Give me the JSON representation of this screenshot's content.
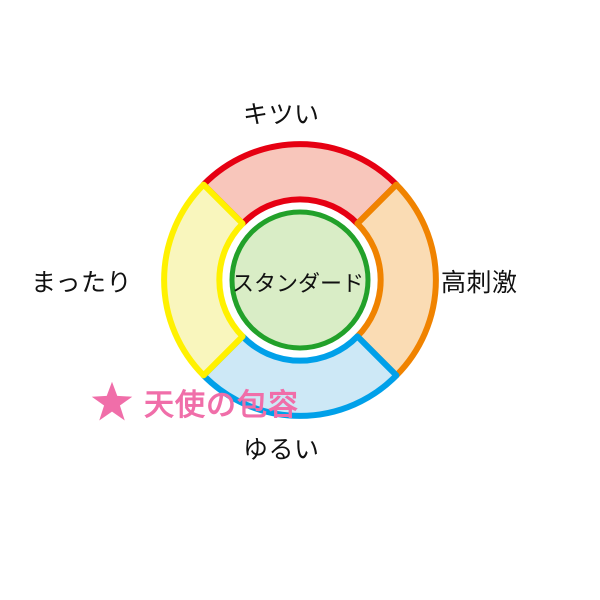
{
  "diagram": {
    "center": {
      "label": "スタンダード",
      "fill": "#d9edc6",
      "stroke": "#22a12a"
    },
    "segments": [
      {
        "id": "top",
        "label": "キツい",
        "fill": "#f8c6bb",
        "stroke": "#e60012",
        "position": "top"
      },
      {
        "id": "right",
        "label": "高刺激",
        "fill": "#fadcb4",
        "stroke": "#f08300",
        "position": "right"
      },
      {
        "id": "bottom",
        "label": "ゆるい",
        "fill": "#cde8f6",
        "stroke": "#00a0e9",
        "position": "bottom"
      },
      {
        "id": "left",
        "label": "まったり",
        "fill": "#f9f6bd",
        "stroke": "#fff100",
        "position": "left"
      }
    ]
  },
  "brand": {
    "icon": "star-icon",
    "name": "天使の包容",
    "color": "#f06ea9"
  }
}
